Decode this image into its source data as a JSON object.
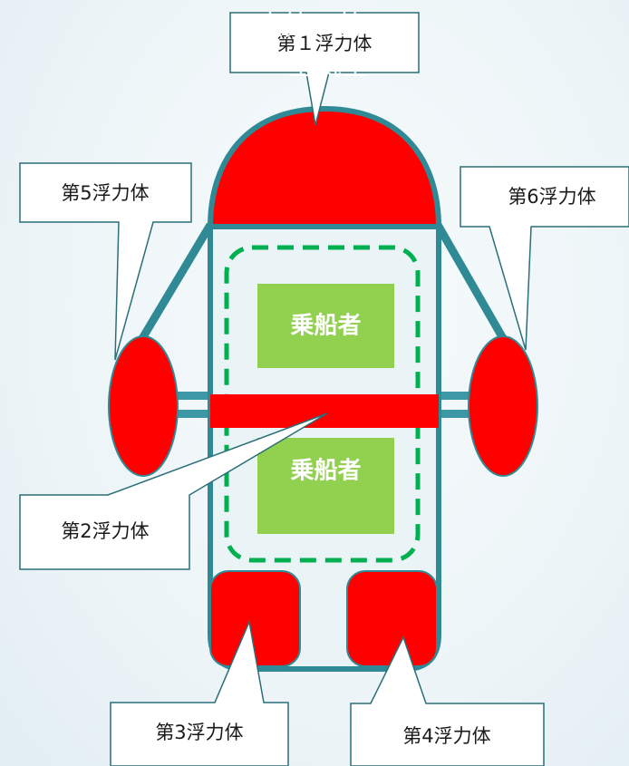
{
  "colors": {
    "float_red": "#ff0000",
    "hull_teal": "#2f8a96",
    "passenger_green": "#92d050",
    "deck_green_dashed": "#00b050",
    "callout_border": "#2b6f78"
  },
  "labels": {
    "float1": "第１浮力体",
    "float2": "第2浮力体",
    "float3": "第3浮力体",
    "float4": "第4浮力体",
    "float5": "第5浮力体",
    "float6": "第6浮力体",
    "passenger_top": "乗船者",
    "passenger_bottom": "乗船者",
    "ghost_line1": "大第一第二",
    "ghost_line2": "空気室"
  }
}
